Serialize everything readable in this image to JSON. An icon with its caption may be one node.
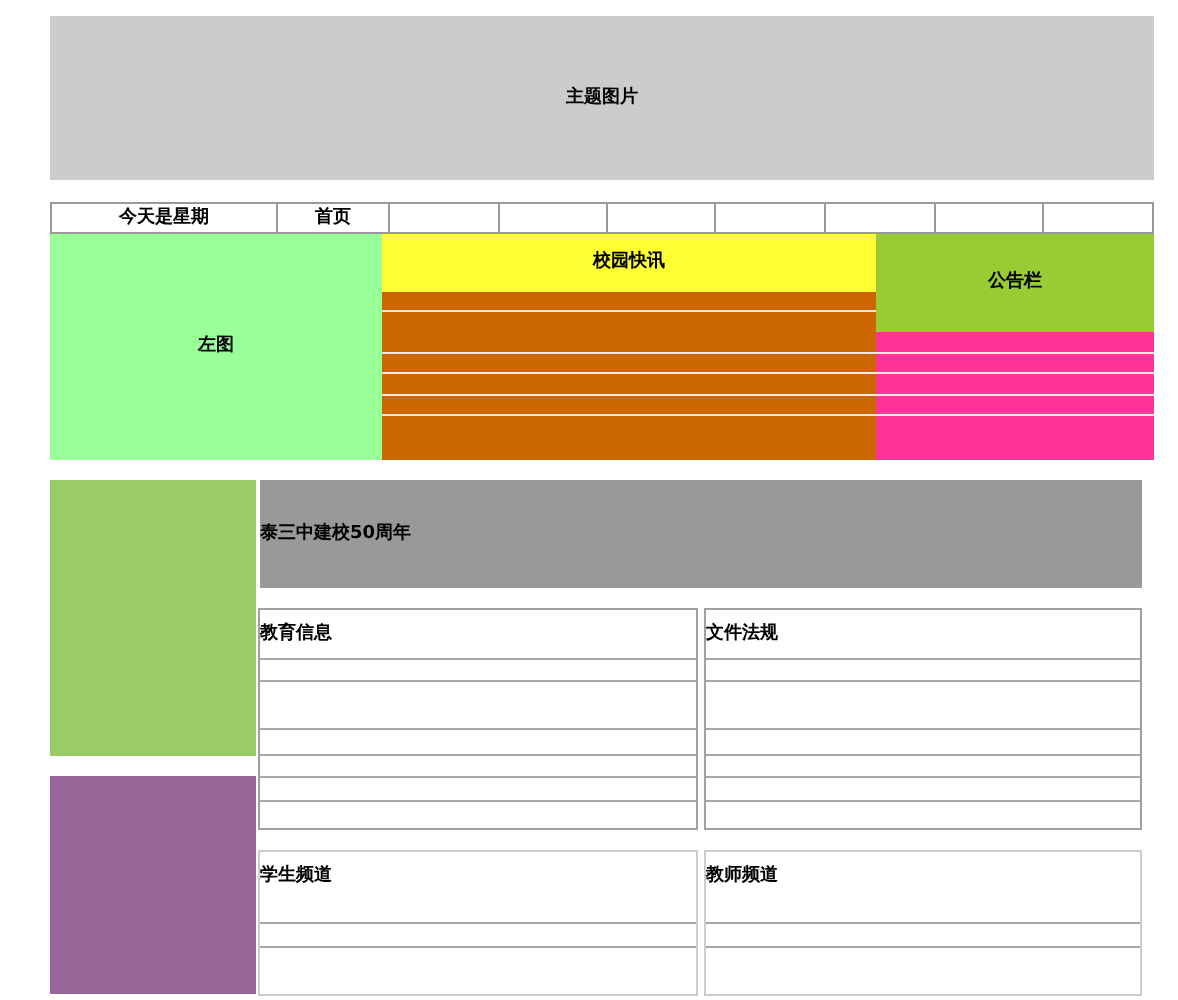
{
  "diagram": {
    "nodes": [
      {
        "text": [
          "主题图片"
        ]
      },
      {
        "text": [
          "今天是星期"
        ]
      },
      {
        "text": [
          "首页"
        ]
      },
      {
        "text": [],
        "shape": "box"
      },
      {
        "text": [],
        "shape": "box"
      },
      {
        "text": [],
        "shape": "box"
      },
      {
        "text": [],
        "shape": "box"
      },
      {
        "text": [],
        "shape": "box"
      },
      {
        "text": [],
        "shape": "box"
      },
      {
        "text": [],
        "shape": "box"
      },
      {
        "text": [
          "左图"
        ]
      },
      {
        "text": [
          "校园快讯"
        ]
      },
      {
        "text": [
          "公告栏"
        ]
      },
      {
        "text": [],
        "shape": "box"
      },
      {
        "text": [],
        "shape": "box"
      },
      {
        "text": [],
        "shape": "box"
      },
      {
        "text": [
          "泰三中建校50周年"
        ]
      },
      {
        "text": [
          "教育信息"
        ]
      },
      {
        "text": [
          "文件法规"
        ]
      },
      {
        "text": [],
        "shape": "box"
      },
      {
        "text": [
          "学生频道"
        ]
      },
      {
        "text": [
          "教师频道"
        ]
      }
    ]
  }
}
